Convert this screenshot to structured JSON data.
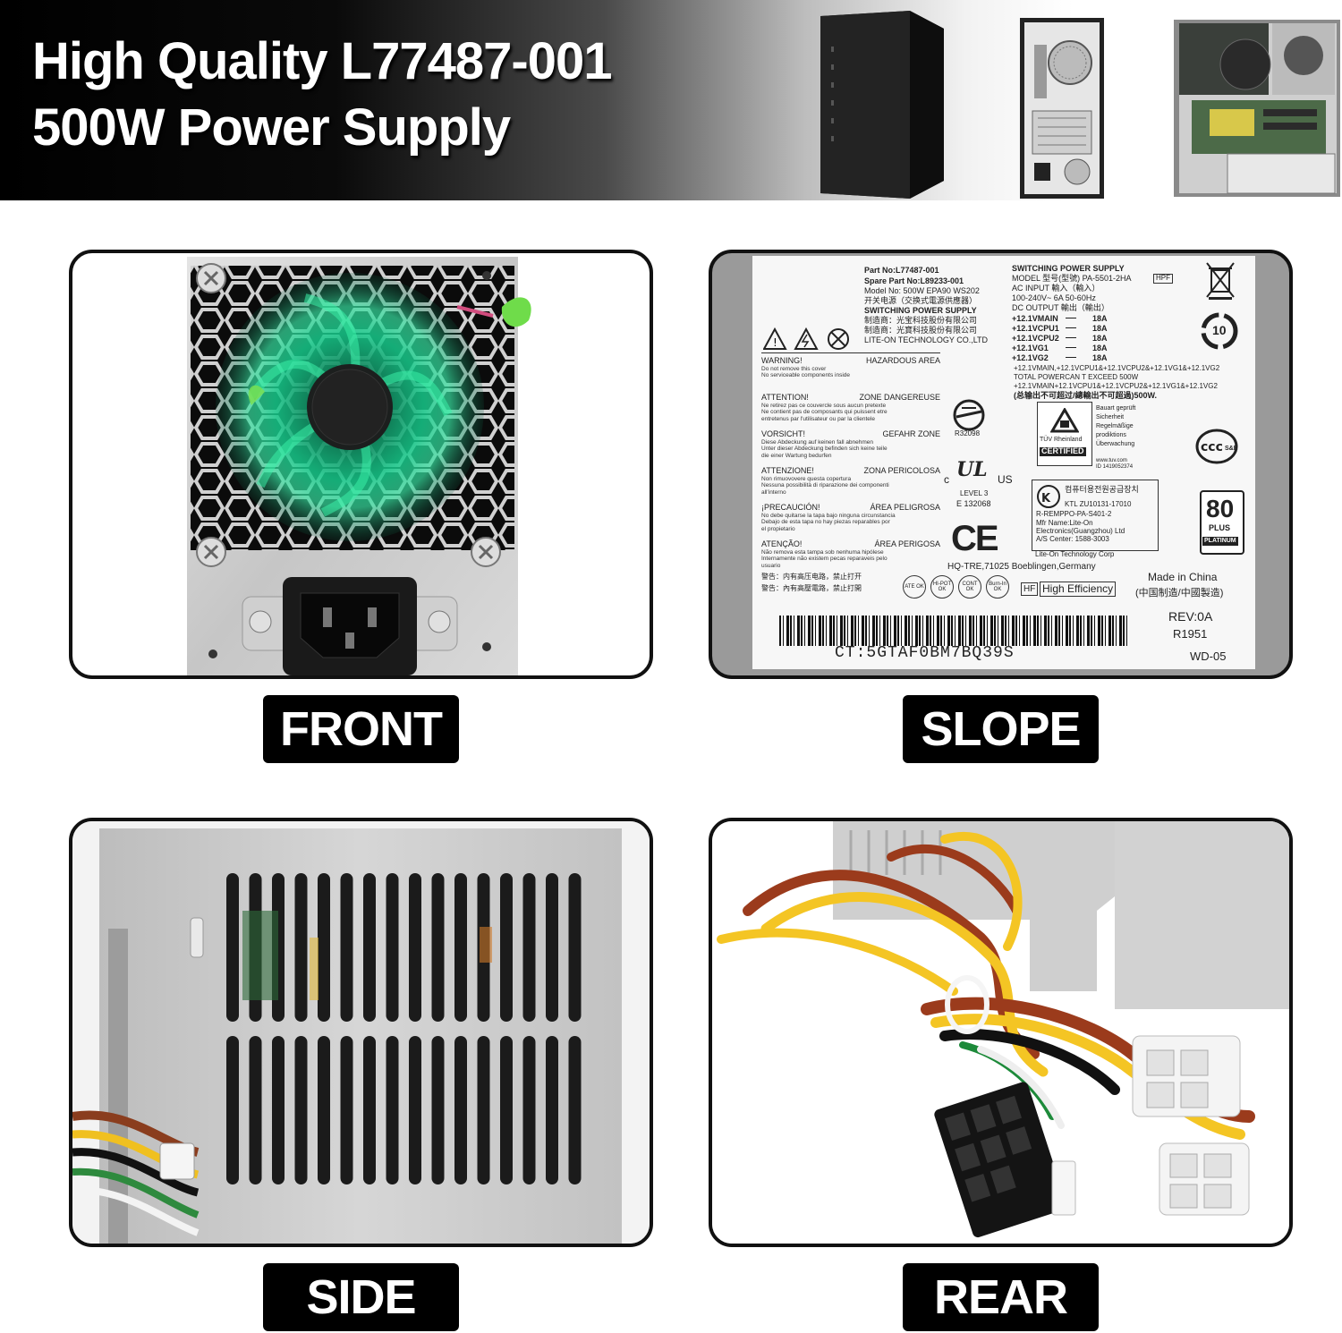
{
  "header": {
    "line1": "High Quality L77487-001",
    "line2": "500W Power Supply"
  },
  "captions": {
    "front": "FRONT",
    "slope": "SLOPE",
    "side": "SIDE",
    "rear": "REAR"
  },
  "label": {
    "part_no": "Part No:L77487-001",
    "spare_part_no": "Spare Part No:L89233-001",
    "model_no": "Model No: 500W EPA90 WS202",
    "cn_line1": "开关电源（交换式電源供應器）",
    "sps_left": "SWITCHING POWER SUPPLY",
    "cn_line2": "制造商：光宝科技股份有限公司",
    "cn_line3": "制造商：光寶科技股份有限公司",
    "manufacturer": "LITE-ON TECHNOLOGY CO.,LTD",
    "sps_right": "SWITCHING POWER SUPPLY",
    "model_right": "MODEL 型号(型號)  PA-5501-2HA",
    "hpf": "HPF",
    "ac_input": "AC  INPUT   輸入（輸入）",
    "ac_values": "100-240V~  6A    50-60Hz",
    "dc_output": "DC  OUTPUT 輸出（輸出）",
    "rails": [
      {
        "name": "+12.1VMAIN",
        "amps": "18A"
      },
      {
        "name": "+12.1VCPU1",
        "amps": "18A"
      },
      {
        "name": "+12.1VCPU2",
        "amps": "18A"
      },
      {
        "name": "+12.1VG1",
        "amps": "18A"
      },
      {
        "name": "+12.1VG2",
        "amps": "18A"
      }
    ],
    "sum_line1": "+12.1VMAIN,+12.1VCPU1&+12.1VCPU2&+12.1VG1&+12.1VG2",
    "total_line": "TOTAL POWERCAN T EXCEED  500W",
    "sum_line2": "+12.1VMAIN+12.1VCPU1&+12.1VCPU2&+12.1VG1&+12.1VG2",
    "total_cn": "(总输出不可超过/總輸出不可超過)500W.",
    "warnings": [
      {
        "title": "WARNING!",
        "area": "HAZARDOUS AREA",
        "body": "Do not remove this cover\nNo serviceable components inside"
      },
      {
        "title": "ATTENTION!",
        "area": "ZONE DANGEREUSE",
        "body": "Ne retirez pas ce couvercle sous aucun pretexte\nNe contient pas de composants qui puissent etre\nentretenus par l'utilisateur ou par la clientele"
      },
      {
        "title": "VORSICHT!",
        "area": "GEFAHR ZONE",
        "body": "Diese Abdeckung auf keinen fall abnehmen\nUnter dieser Abdeckung befinden sich keine teile\ndie einer Wartung bedurfen"
      },
      {
        "title": "ATTENZIONE!",
        "area": "ZONA PERICOLOSA",
        "body": "Non rimuovovere questa copertura\nNessuna possibilità di riparazione dei componenti\nall'interno"
      },
      {
        "title": "¡PRECAUCIÓN!",
        "area": "ÁREA PELIGROSA",
        "body": "No debe quitarse la tapa bajo ninguna circunstancia\nDebajo de esta tapa no hay piezas reparables por\nel propietario"
      },
      {
        "title": "ATENÇÃO!",
        "area": "ÁREA PERIGOSA",
        "body": "Não remova esta tampa sob nenhuma hipólese\nInternamente não existem pecas reparaveis pelo\nusuario"
      }
    ],
    "cn_warn1": "警告：内有高压电路，禁止打开",
    "cn_warn2": "警告：內有高壓電路，禁止打開",
    "r_code": "R32098",
    "ul_level": "LEVEL 3",
    "ul_file": "E 132068",
    "ul_c": "c",
    "ul_us": "US",
    "tuv_lines": [
      "Bauart geprüft",
      "Sicherheit",
      "Regelmäßige",
      "prodiktions",
      "Überwachung"
    ],
    "tuv_name": "TÜV Rheinland",
    "tuv_cert": "CERTIFIED",
    "tuv_url": "www.tuv.com",
    "tuv_id": "ID 1419052374",
    "ccc_se": "S&E",
    "recycle_num": "10",
    "kc_korean": "컴퓨터용전원공급장치",
    "kc_ktl": "KTL   ZU10131-17010",
    "kc_r": "R-REMPPO-PA-S401-2",
    "kc_mfr": "Mfr Name:Lite-On",
    "kc_mfr2": "Electronics(Guangzhou) Ltd",
    "kc_as": "A/S Center: 1588-3003",
    "kc_as2": "Lite-On Technology Corp",
    "eighty_num": "80",
    "eighty_plus": "PLUS",
    "eighty_plat": "PLATINUM",
    "ce": "CE",
    "hq": "HQ-TRE,71025 Boeblingen,Germany",
    "badges": [
      "ATE OK",
      "HI-POT OK",
      "CONT OK",
      "Burn-In OK"
    ],
    "hf": "HF",
    "high_eff": "High Efficiency",
    "made_in": "Made in  China",
    "made_cn": "(中国制造/中國製造)",
    "rev": "REV:0A",
    "r1951": "R1951",
    "ct": "CT:5GTAF0BM7BQ39S",
    "wd": "WD-05"
  },
  "icons": {
    "thumb_tower": "desktop-tower-icon",
    "thumb_back": "tower-back-icon",
    "thumb_inside": "tower-interior-icon"
  },
  "colors": {
    "caption_bg": "#000000",
    "caption_text": "#ffffff",
    "fan_glow": "#16c98a",
    "chassis": "#c8c8c8"
  }
}
